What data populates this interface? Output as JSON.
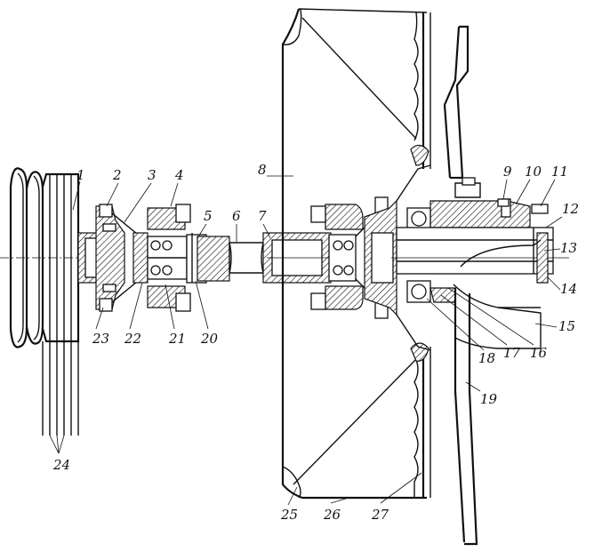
{
  "diagram": {
    "part_labels": [
      "1",
      "2",
      "3",
      "4",
      "5",
      "6",
      "7",
      "8",
      "9",
      "10",
      "11",
      "12",
      "13",
      "14",
      "15",
      "16",
      "17",
      "18",
      "19",
      "20",
      "21",
      "22",
      "23",
      "24",
      "25",
      "26",
      "27"
    ]
  }
}
